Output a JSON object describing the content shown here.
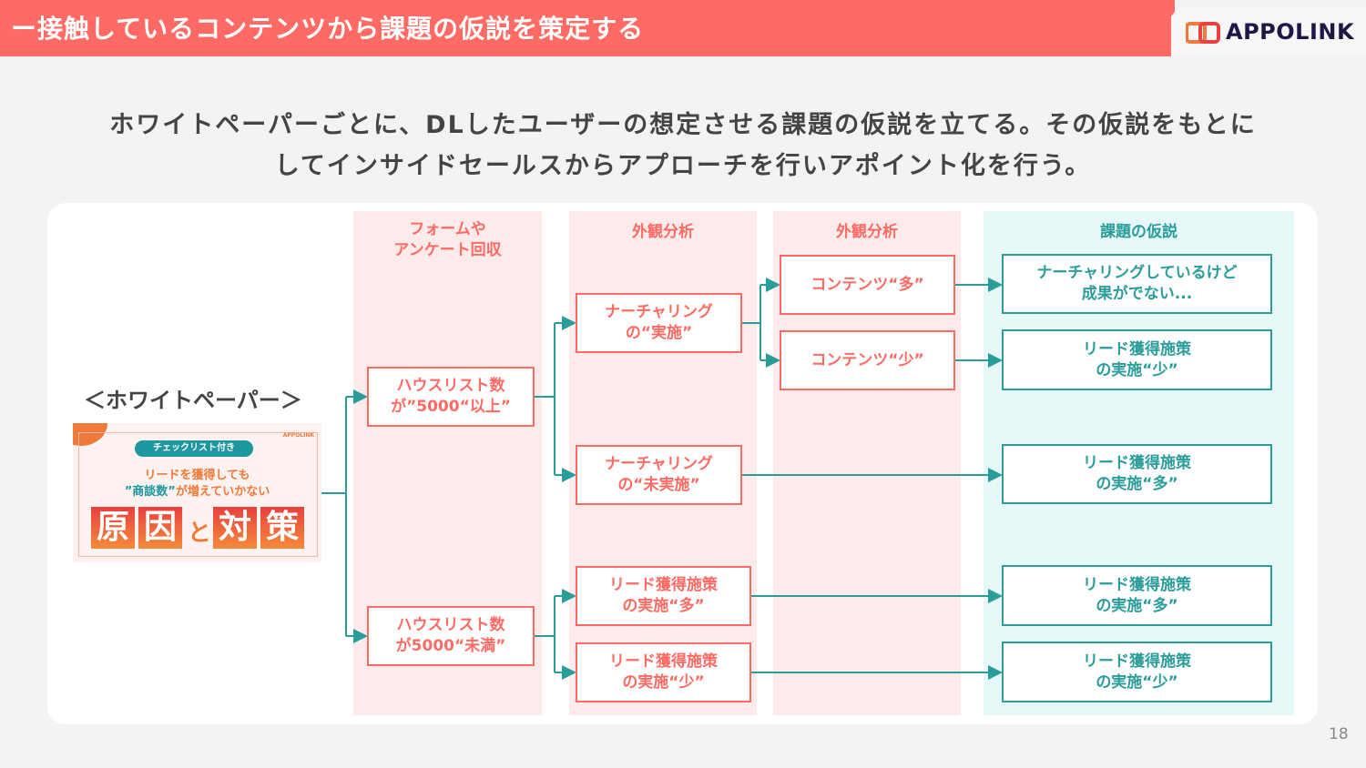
{
  "header": {
    "title": "ー接触しているコンテンツから課題の仮説を策定する",
    "logo_text": "APPOLINK"
  },
  "subtitle": {
    "line1": "ホワイトペーパーごとに、DLしたユーザーの想定させる課題の仮説を立てる。その仮説をもとに",
    "line2": "してインサイドセールスからアプローチを行いアポイント化を行う。"
  },
  "whitepaper": {
    "label": "＜ホワイトペーパー＞",
    "badge": "チェックリスト付き",
    "line1": "リードを獲得しても",
    "line2_em": "”商談数”",
    "line2_rest": "が増えていかない",
    "chars": [
      "原",
      "因",
      "対",
      "策"
    ],
    "to": "と",
    "logo": "APPOLINK"
  },
  "columns": [
    {
      "header": "フォームや\nアンケート回収"
    },
    {
      "header": "外観分析"
    },
    {
      "header": "外観分析"
    },
    {
      "header": "課題の仮説"
    }
  ],
  "boxes": {
    "a1": "ハウスリスト数\nが”5000“以上”",
    "a2": "ハウスリスト数\nが5000“未満”",
    "b1": "ナーチャリング\nの“実施”",
    "b2": "ナーチャリング\nの“未実施”",
    "b3": "リード獲得施策\nの実施“多”",
    "b4": "リード獲得施策\nの実施“少”",
    "c1": "コンテンツ“多”",
    "c2": "コンテンツ“少”",
    "d1": "ナーチャリングしているけど\n成果がでない...",
    "d2": "リード獲得施策\nの実施“少”",
    "d3": "リード獲得施策\nの実施“多”",
    "d4": "リード獲得施策\nの実施“多”",
    "d5": "リード獲得施策\nの実施“少”"
  },
  "colors": {
    "accent": "#ff6b64",
    "teal": "#2a9d9b",
    "pink_col": "#fdeaea",
    "teal_col": "#e6f8f8"
  },
  "page_number": "18"
}
